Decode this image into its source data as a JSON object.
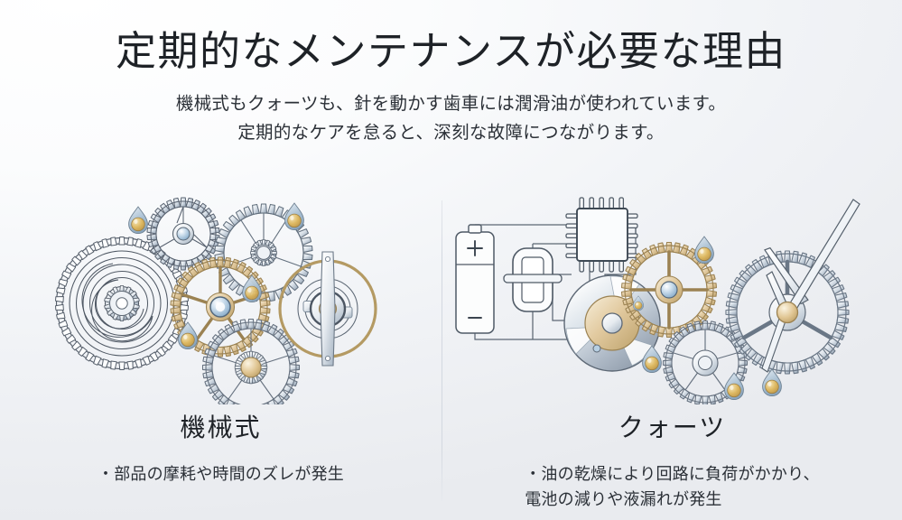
{
  "header": {
    "title": "定期的なメンテナンスが必要な理由",
    "subtitle": "機械式もクォーツも、針を動かす歯車には潤滑油が使われています。\n定期的なケアを怠ると、深刻な故障につながります。"
  },
  "panels": [
    {
      "id": "mechanical",
      "caption_title": "機械式",
      "caption_desc": "・部品の摩耗や時間のズレが発生",
      "illustration": "mechanical-watch-movement-illustration",
      "parts": [
        "mainspring-barrel-icon",
        "large-gear-icon",
        "brass-center-gear-icon",
        "steel-gear-icon",
        "balance-wheel-icon",
        "balance-bridge-icon",
        "oil-droplet-icon"
      ],
      "oil_droplet_count": 4
    },
    {
      "id": "quartz",
      "caption_title": "クォーツ",
      "caption_desc": "・油の乾燥により回路に負荷がかかり、\n  電池の減りや液漏れが発生",
      "illustration": "quartz-watch-movement-illustration",
      "parts": [
        "battery-icon",
        "quartz-crystal-icon",
        "ic-chip-icon",
        "circuit-trace",
        "rotor-disc-icon",
        "brass-gear-icon",
        "steel-gear-icon",
        "watch-hand-icon",
        "oil-droplet-icon"
      ],
      "battery_plus_label": "+",
      "battery_minus_label": "−",
      "oil_droplet_count": 4
    }
  ],
  "colors": {
    "background_light": "#ffffff",
    "background_shade": "#e9ebef",
    "text_primary": "#1e2227",
    "text_body": "#2b3037",
    "divider": "#d3d8e0",
    "steel_light": "#f4f6f8",
    "steel_mid": "#c3ccd6",
    "steel_dark": "#7e8d9c",
    "outline": "#4a5560",
    "brass_light": "#f0e3c4",
    "brass_mid": "#d9c08c",
    "brass_dark": "#b49a63",
    "jewel_blue": "#8fb6d6",
    "oil_top": "#9fb8cd",
    "oil_bottom": "#d9b35f"
  }
}
